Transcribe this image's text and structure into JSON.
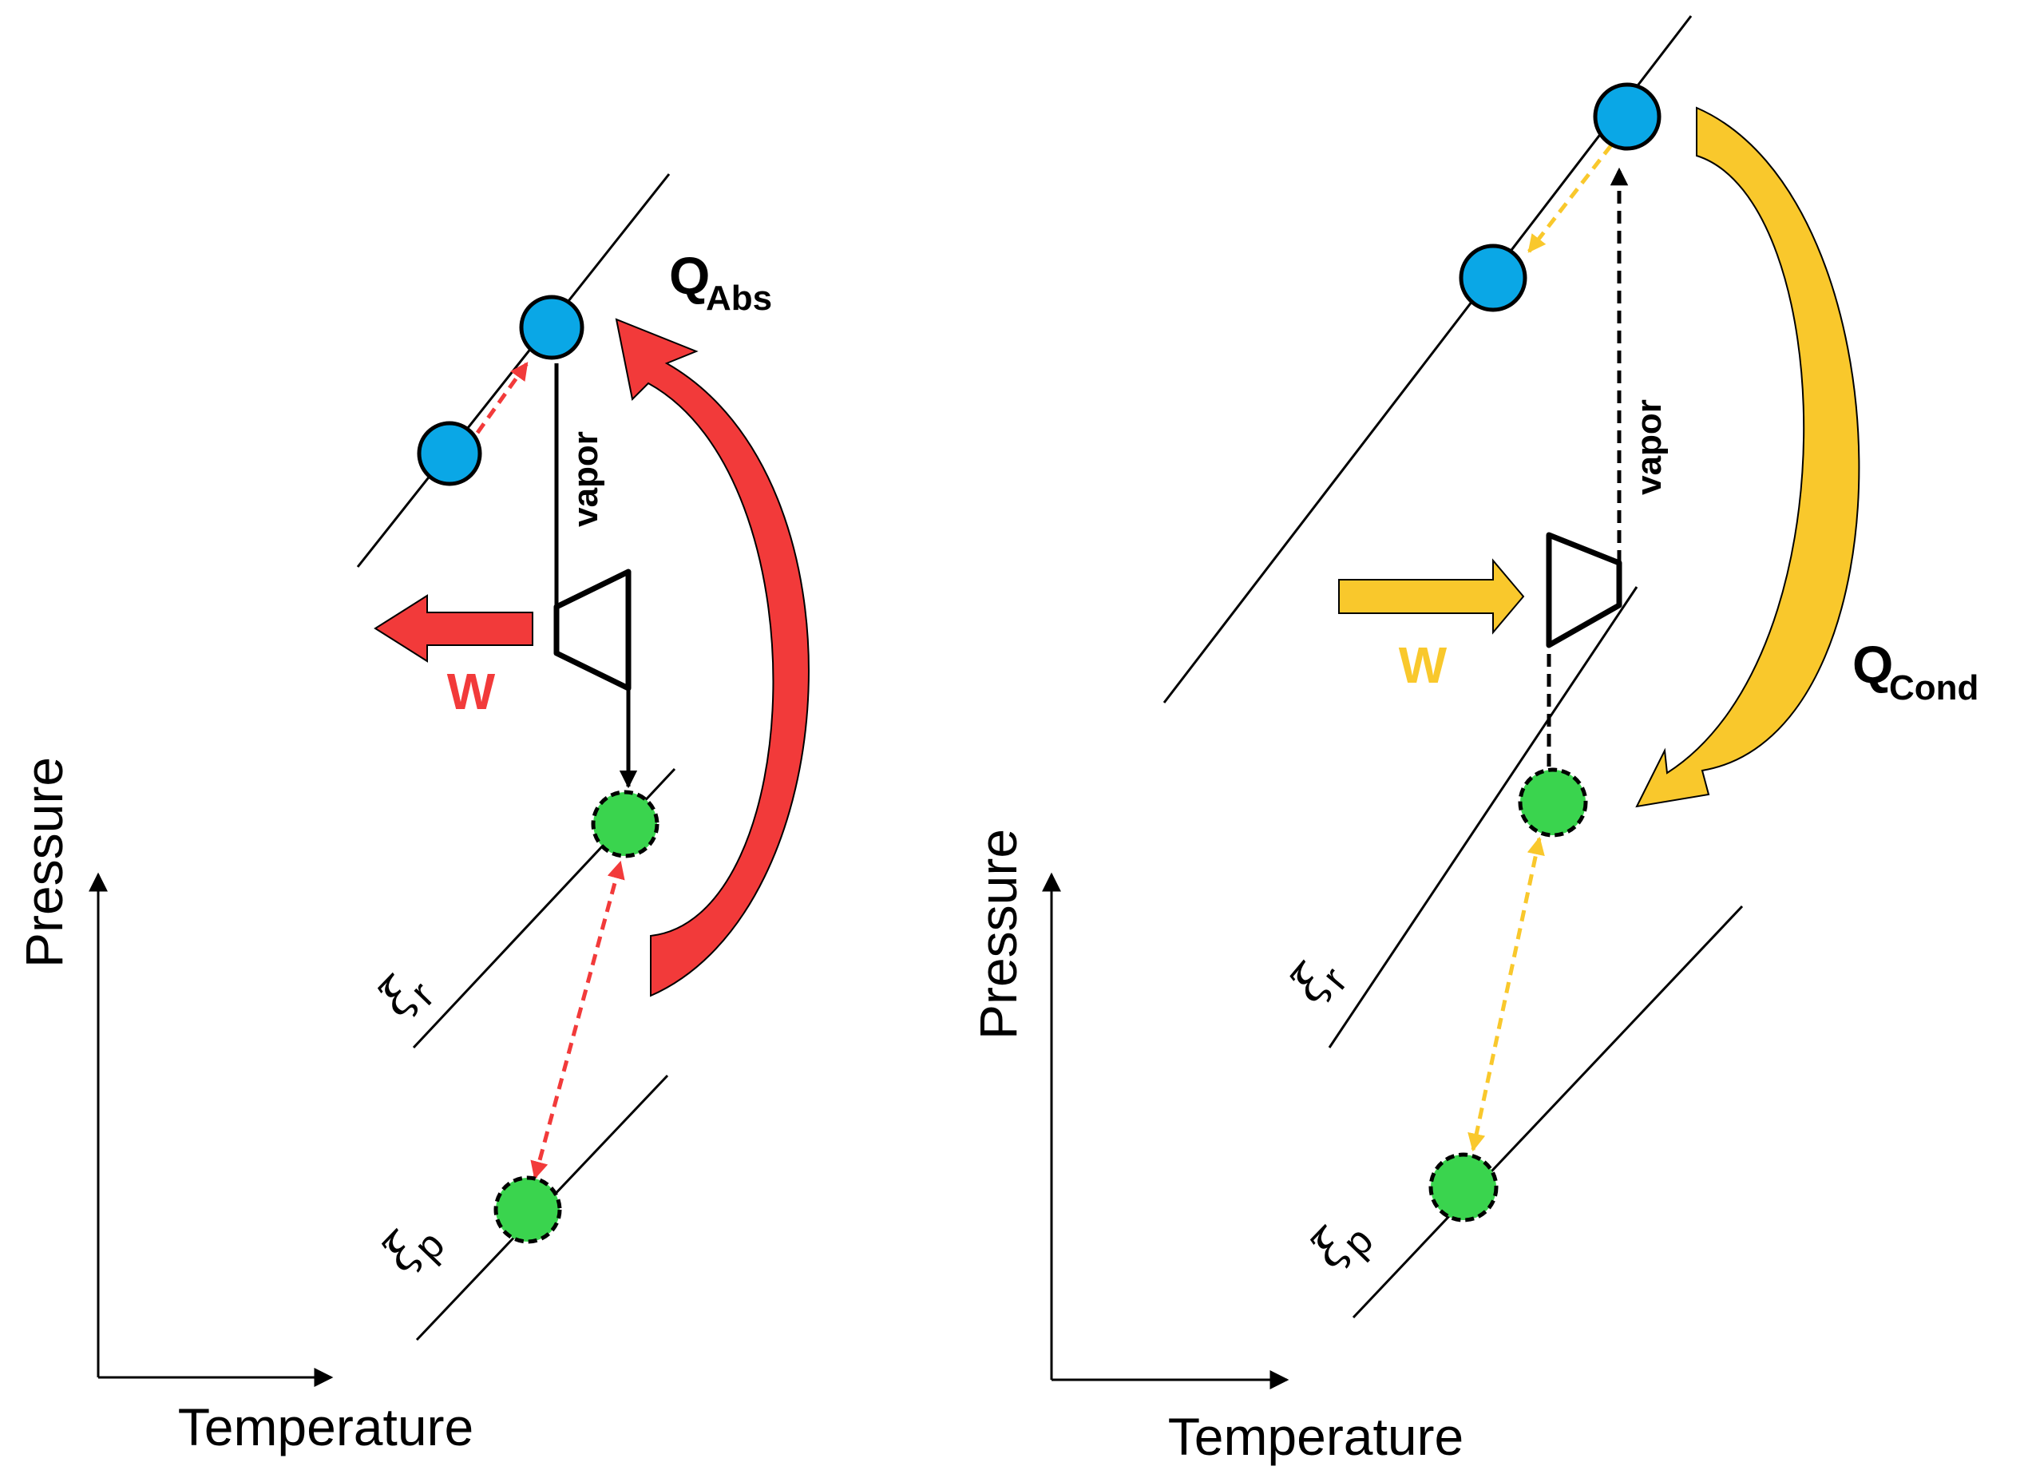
{
  "colors": {
    "red": "#f23a3a",
    "yellow": "#f9c82c",
    "blue": "#0aa7e6",
    "green": "#3ad44e",
    "black": "#000000"
  },
  "left_panel": {
    "axis_x_label": "Temperature",
    "axis_y_label": "Pressure",
    "heat": {
      "main": "Q",
      "sub": "Abs"
    },
    "work_label": "W",
    "vapor_label": "vapor",
    "xi_r": {
      "main": "ξ",
      "sub": "r"
    },
    "xi_p": {
      "main": "ξ",
      "sub": "p"
    }
  },
  "right_panel": {
    "axis_x_label": "Temperature",
    "axis_y_label": "Pressure",
    "heat": {
      "main": "Q",
      "sub": "Cond"
    },
    "work_label": "W",
    "vapor_label": "vapor",
    "xi_r": {
      "main": "ξ",
      "sub": "r"
    },
    "xi_p": {
      "main": "ξ",
      "sub": "p"
    }
  }
}
